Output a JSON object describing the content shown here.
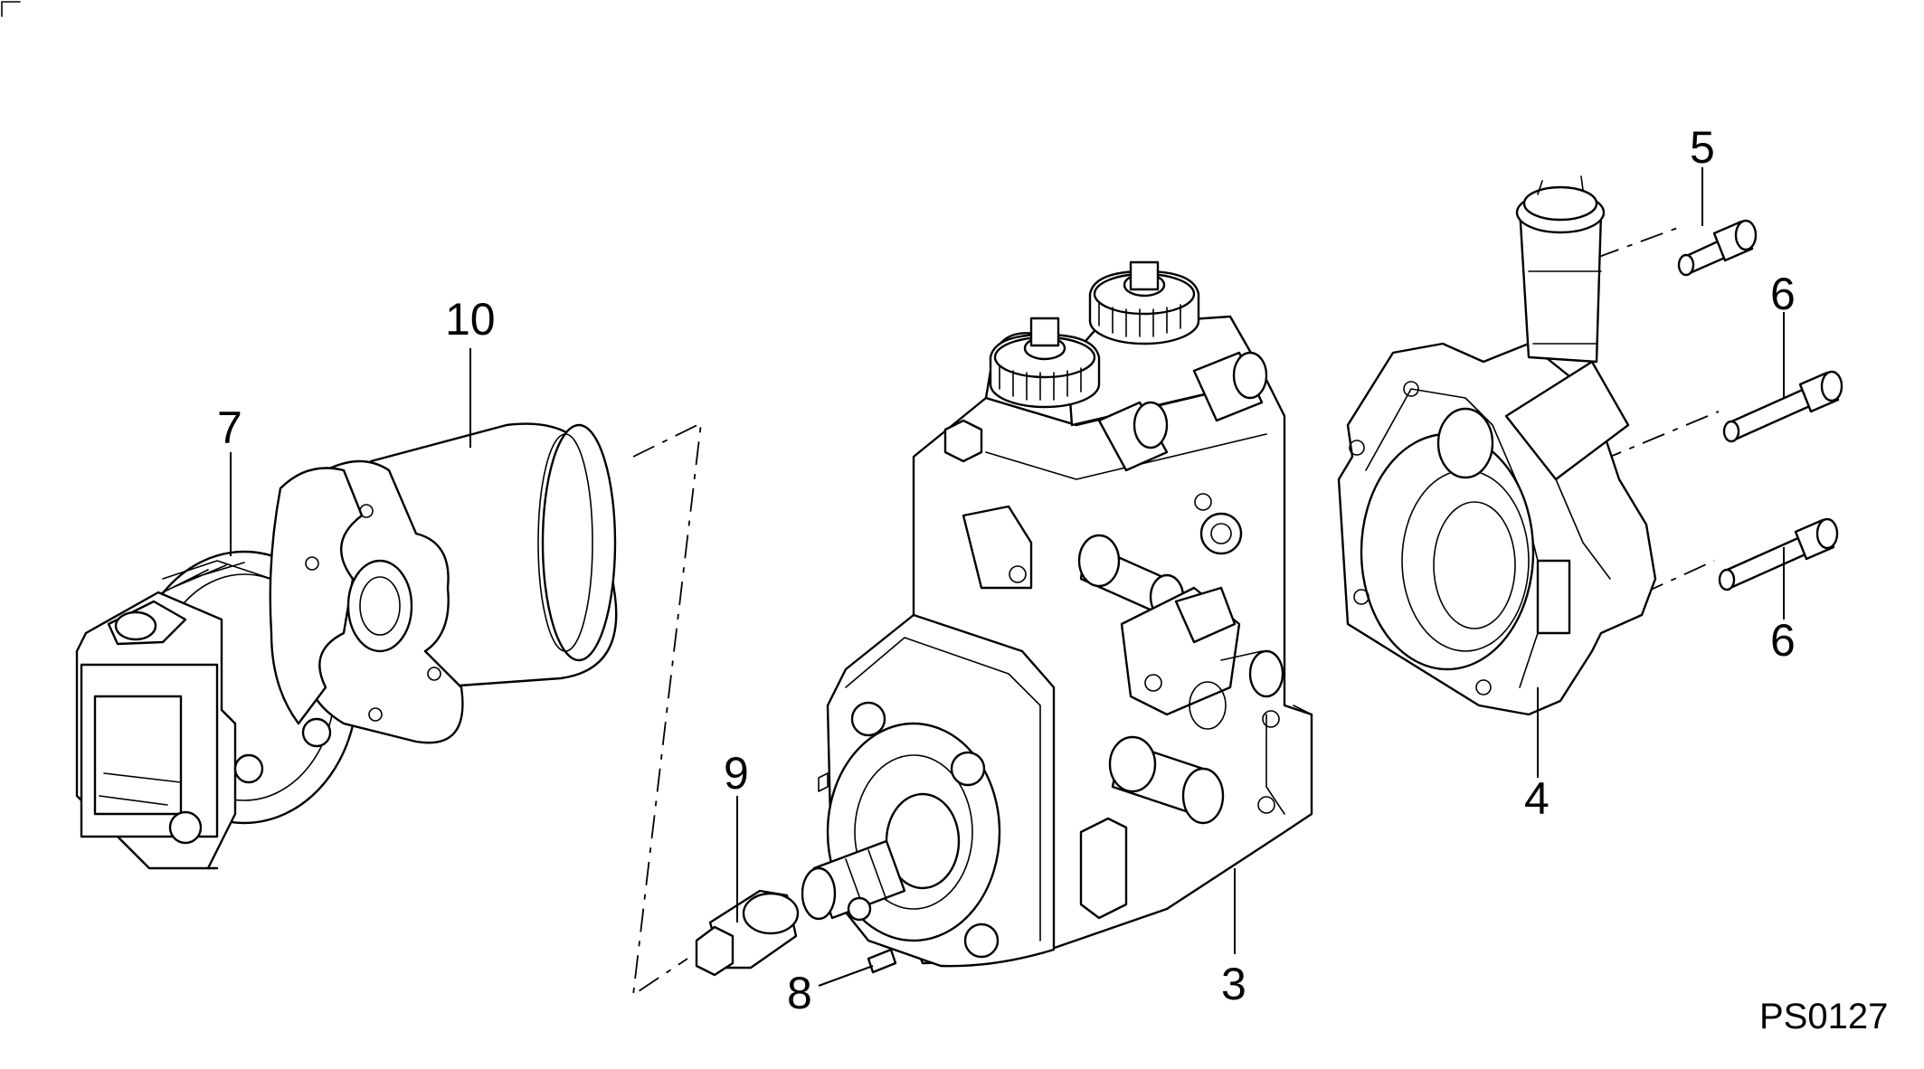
{
  "callouts": {
    "c3": "3",
    "c4": "4",
    "c5": "5",
    "c6a": "6",
    "c6b": "6",
    "c7": "7",
    "c8": "8",
    "c9": "9",
    "c10": "10"
  },
  "reference": "PS0127"
}
